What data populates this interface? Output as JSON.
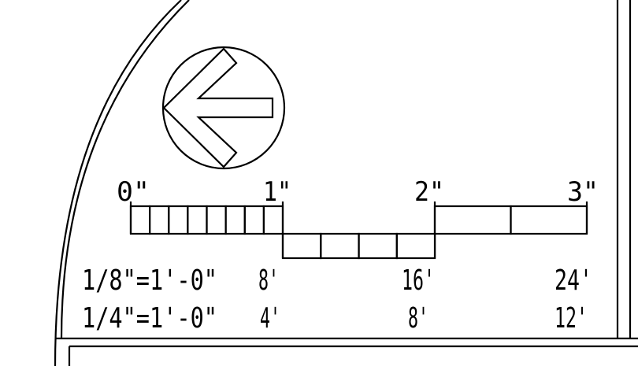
{
  "colors": {
    "ink": "#000000",
    "paper": "#ffffff"
  },
  "north_arrow": {
    "icon": "north-arrow-icon"
  },
  "scale_bar": {
    "inch_labels": [
      "0\"",
      "1\"",
      "2\"",
      "3\""
    ],
    "scales": [
      {
        "label": "1/8\"=1'-0\"",
        "values": [
          "8'",
          "16'",
          "24'"
        ]
      },
      {
        "label": "1/4\"=1'-0\"",
        "values": [
          "4'",
          "8'",
          "12'"
        ]
      }
    ],
    "first_inch_divisions": 8,
    "second_inch_divisions": 4,
    "third_inch_divisions": 2
  }
}
